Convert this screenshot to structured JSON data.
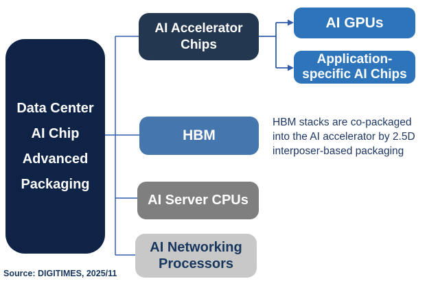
{
  "diagram": {
    "root": {
      "lines": [
        "Data Center",
        "AI Chip",
        "Advanced",
        "Packaging"
      ]
    },
    "nodes": {
      "accelerator": {
        "lines": [
          "AI Accelerator",
          "Chips"
        ]
      },
      "gpus": {
        "label": "AI GPUs"
      },
      "app_specific": {
        "lines": [
          "Application-",
          "specific AI Chips"
        ]
      },
      "hbm": {
        "label": "HBM"
      },
      "server_cpus": {
        "label": "AI Server CPUs"
      },
      "networking": {
        "lines": [
          "AI Networking",
          "Processors"
        ]
      }
    },
    "annotation": {
      "lines": [
        "HBM stacks are co-packaged",
        "into the AI accelerator by 2.5D",
        "interposer-based packaging"
      ]
    },
    "source_note": "Source: DIGITIMES, 2025/11",
    "colors": {
      "root_bg": "#0e2346",
      "accelerator_bg": "#233750",
      "blue_bg": "#2d74bb",
      "hbm_bg": "#4576ad",
      "gray_bg": "#7f7f7f",
      "light_gray_bg": "#c8c8c8",
      "connector": "#2f5cad",
      "annotation_text": "#1f3864",
      "dark_text": "#17365d"
    }
  }
}
